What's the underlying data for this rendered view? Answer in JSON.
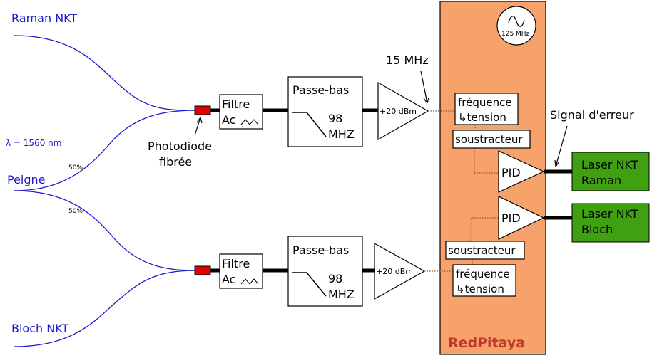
{
  "labels": {
    "raman_nkt": "Raman NKT",
    "peigne": "Peigne",
    "bloch_nkt": "Bloch NKT",
    "lambda": "λ = 1560 nm",
    "split_top": "50%",
    "split_bottom": "50%",
    "photodiode_line1": "Photodiode",
    "photodiode_line2": "fibrée",
    "filtre_top_line1": "Filtre",
    "filtre_top_line2": "Ac",
    "filtre_bot_line1": "Filtre",
    "filtre_bot_line2": "Ac",
    "passebas_top_title": "Passe-bas",
    "passebas_top_val1": "98",
    "passebas_top_val2": "MHZ",
    "passebas_bot_title": "Passe-bas",
    "passebas_bot_val1": "98",
    "passebas_bot_val2": "MHZ",
    "amp_top_gain": "+20 dBm",
    "amp_bot_gain": "+20 dBm",
    "freq_15": "15 MHz",
    "clock": "125 MHz",
    "freq_tension_top_line1": "fréquence",
    "freq_tension_top_line2": "↳tension",
    "freq_tension_bot_line1": "fréquence",
    "freq_tension_bot_line2": "↳tension",
    "soustracteur_top": "soustracteur",
    "soustracteur_bot": "soustracteur",
    "pid_top": "PID",
    "pid_bot": "PID",
    "signal_erreur": "Signal d'erreur",
    "laser_raman_line1": "Laser NKT",
    "laser_raman_line2": "Raman",
    "laser_bloch_line1": "Laser NKT",
    "laser_bloch_line2": "Bloch",
    "redpitaya": "RedPitaya"
  },
  "colors": {
    "fiber": "#1a1acc",
    "photodiode": "#e00000",
    "redpitaya_fill": "#f7a26b",
    "redpitaya_text": "#c0392b",
    "laser_fill": "#3fa112"
  }
}
